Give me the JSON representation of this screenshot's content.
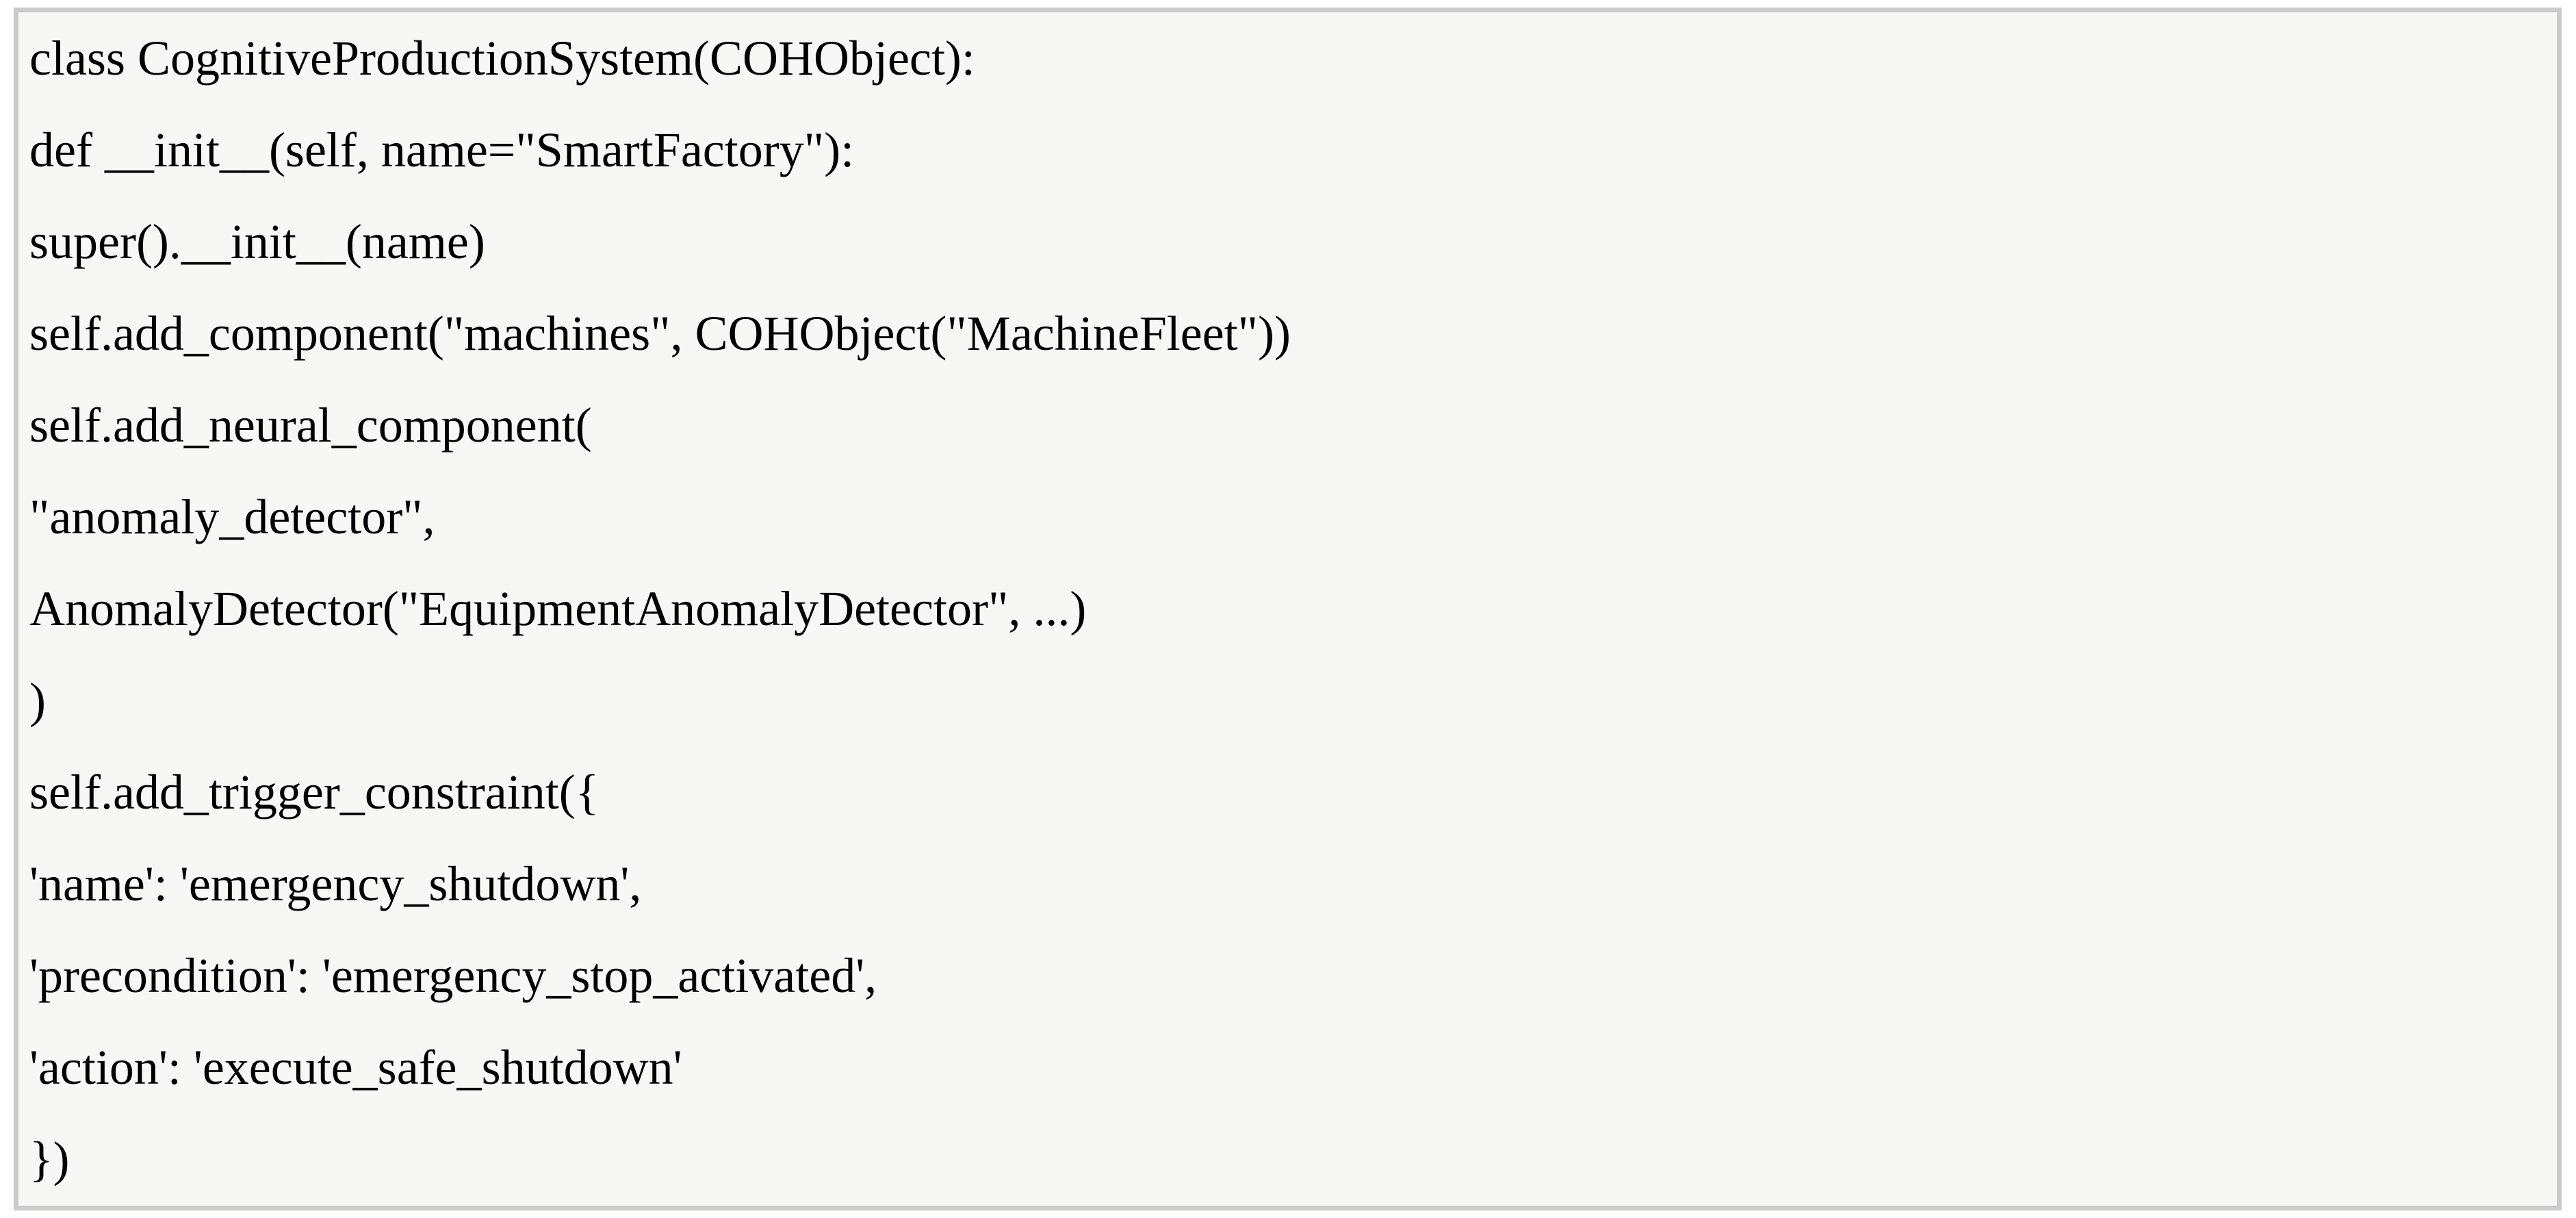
{
  "code": {
    "language": "python",
    "lines": [
      "class CognitiveProductionSystem(COHObject):",
      "def __init__(self, name=\"SmartFactory\"):",
      "super().__init__(name)",
      "self.add_component(\"machines\", COHObject(\"MachineFleet\"))",
      "self.add_neural_component(",
      "\"anomaly_detector\",",
      "AnomalyDetector(\"EquipmentAnomalyDetector\", ...)",
      ")",
      "self.add_trigger_constraint({",
      "'name': 'emergency_shutdown',",
      "'precondition': 'emergency_stop_activated',",
      "'action': 'execute_safe_shutdown'",
      "})"
    ]
  },
  "colors": {
    "page_background": "#ffffff",
    "panel_background": "#f7f7f6",
    "panel_border": "#cbcbcb",
    "text": "#000000"
  }
}
